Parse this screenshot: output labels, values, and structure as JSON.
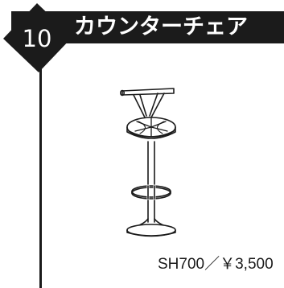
{
  "header": {
    "number": "10",
    "title": "カウンターチェア"
  },
  "product": {
    "price_label": "SH700／￥3,500",
    "illustration_icon": "counter-stool-icon"
  }
}
